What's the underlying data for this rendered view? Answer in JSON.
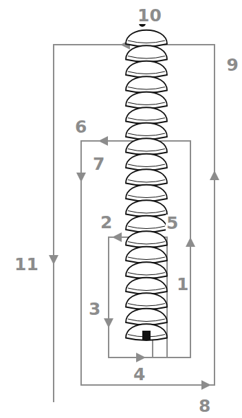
{
  "diagram": {
    "labels": [
      "10",
      "6",
      "9",
      "7",
      "2",
      "5",
      "11",
      "3",
      "1",
      "4",
      "8"
    ]
  }
}
